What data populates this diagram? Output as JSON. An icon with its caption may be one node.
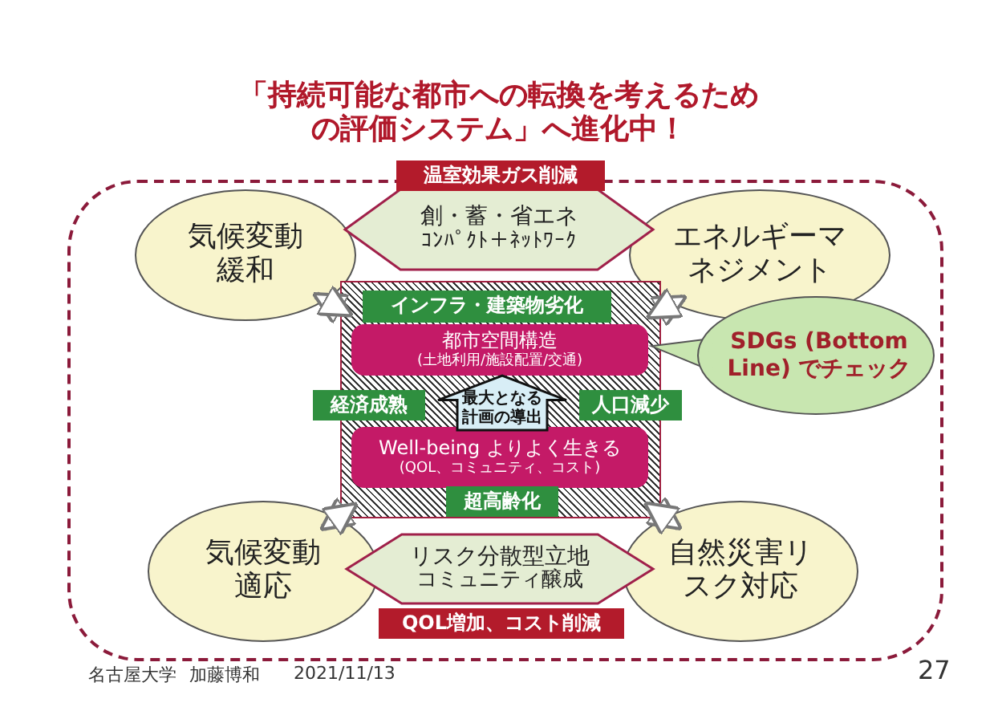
{
  "diagram": {
    "title": "「持続可能な都市への転換を考えるための評価システム」へ進化中！",
    "nodes": [
      {
        "text": [
          "気候変動緩和"
        ]
      },
      {
        "text": [
          "エネルギーマネジメント"
        ]
      },
      {
        "text": [
          "創・蓄・省エネ",
          "ｺﾝﾊﾟｸﾄ＋ﾈｯﾄﾜｰｸ"
        ]
      },
      {
        "text": [
          "温室効果ガス削減"
        ]
      },
      {
        "text": [],
        "shape": "box"
      },
      {
        "text": [
          "インフラ・建築物劣化"
        ],
        "in": 4
      },
      {
        "text": [
          "都市空間構造",
          "(土地利用/施設配置/交通)"
        ],
        "in": 4
      },
      {
        "text": [
          "経済成熟"
        ],
        "in": 4
      },
      {
        "text": [
          "最大となる計画の導出"
        ],
        "in": 4
      },
      {
        "text": [
          "人口減少"
        ],
        "in": 4
      },
      {
        "text": [
          "Well-being よりよく生きる",
          "(QOL、コミュニティ、コスト)"
        ],
        "in": 4
      },
      {
        "text": [
          "超高齢化"
        ],
        "in": 4
      },
      {
        "text": [
          "SDGs (Bottom Line) でチェック"
        ]
      },
      {
        "text": [
          "気候変動適応"
        ]
      },
      {
        "text": [
          "リスク分散型立地",
          "コミュニティ醸成"
        ]
      },
      {
        "text": [
          "QOL増加、コスト削減"
        ]
      },
      {
        "text": [
          "自然災害リスク対応"
        ]
      }
    ],
    "edges": [
      {
        "from": 0,
        "to": 4,
        "arrow": "both"
      },
      {
        "from": 1,
        "to": 4,
        "arrow": "both"
      },
      {
        "from": 13,
        "to": 4,
        "arrow": "both"
      },
      {
        "from": 16,
        "to": 4,
        "arrow": "both"
      }
    ],
    "labels": [
      "名古屋大学",
      "加藤博和",
      "2021/11/13",
      "27"
    ]
  }
}
